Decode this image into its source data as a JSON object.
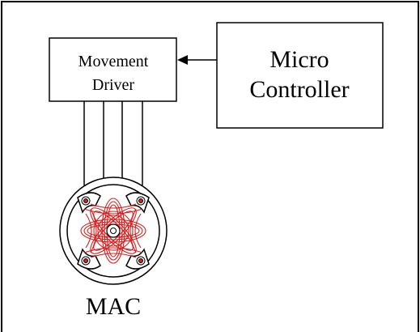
{
  "diagram": {
    "driver_box": {
      "line1": "Movement",
      "line2": "Driver"
    },
    "controller_box": {
      "line1": "Micro",
      "line2": "Controller"
    },
    "motor_label": "MAC"
  },
  "colors": {
    "line": "#000000",
    "coil": "#d81e1e",
    "background": "#ffffff"
  }
}
